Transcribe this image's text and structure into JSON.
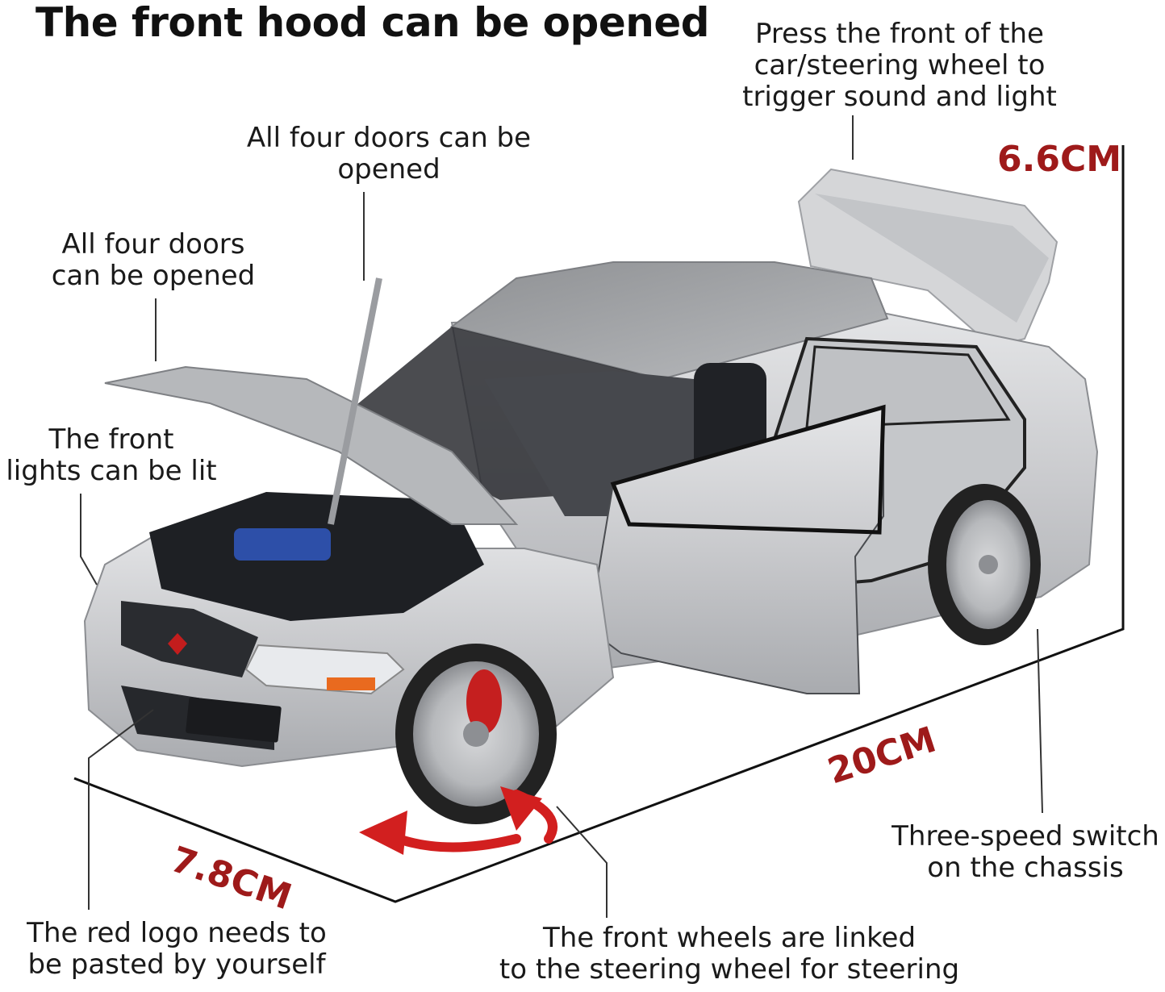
{
  "title": "The front hood can be opened",
  "callouts": {
    "sound_light": [
      "Press the front of the",
      "car/steering wheel to",
      "trigger sound and light"
    ],
    "doors_top": [
      "All four doors can be",
      "opened"
    ],
    "doors_left": [
      "All four doors",
      "can be opened"
    ],
    "front_lights": [
      "The front",
      "lights can be lit"
    ],
    "chassis_switch": [
      "Three-speed switch",
      "on the chassis"
    ],
    "red_logo": [
      "The red logo needs to",
      "be pasted by yourself"
    ],
    "front_wheels": [
      "The front wheels are linked",
      "to the steering wheel for steering"
    ]
  },
  "dimensions": {
    "height": "6.6CM",
    "length": "20CM",
    "width": "7.8CM"
  },
  "colors": {
    "car_body": "#c9cacc",
    "dimension_text": "#9e1a1a",
    "arrow": "#d21f1f"
  }
}
